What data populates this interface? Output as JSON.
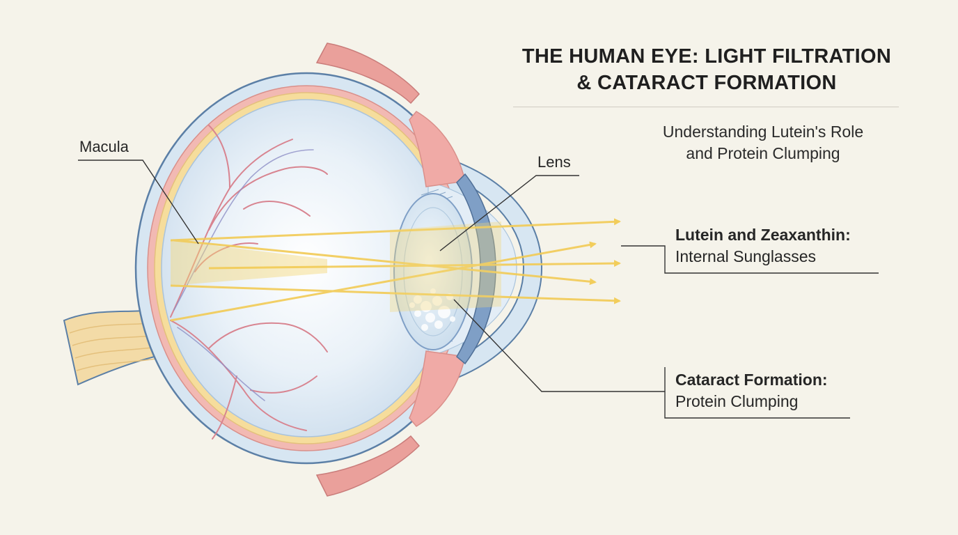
{
  "title": {
    "line1": "THE HUMAN EYE: LIGHT FILTRATION",
    "line2": "& CATARACT FORMATION"
  },
  "subtitle": {
    "line1": "Understanding Lutein's Role",
    "line2": "and Protein Clumping"
  },
  "labels": {
    "macula": "Macula",
    "lens": "Lens"
  },
  "callouts": {
    "lutein": {
      "heading": "Lutein and Zeaxanthin:",
      "text": "Internal Sunglasses"
    },
    "cataract": {
      "heading": "Cataract Formation:",
      "text": "Protein Clumping"
    }
  },
  "colors": {
    "background": "#f5f3ea",
    "sclera": "#d7e6f2",
    "eye_outline": "#5b7fa6",
    "choroid": "#f2b9b3",
    "retina": "#f6dd9c",
    "vitreous": "#e6eff7",
    "light_rays": "#f2cb55",
    "vessels": "#d88490",
    "muscle": "#e89a96",
    "leader_lines": "#333333"
  }
}
